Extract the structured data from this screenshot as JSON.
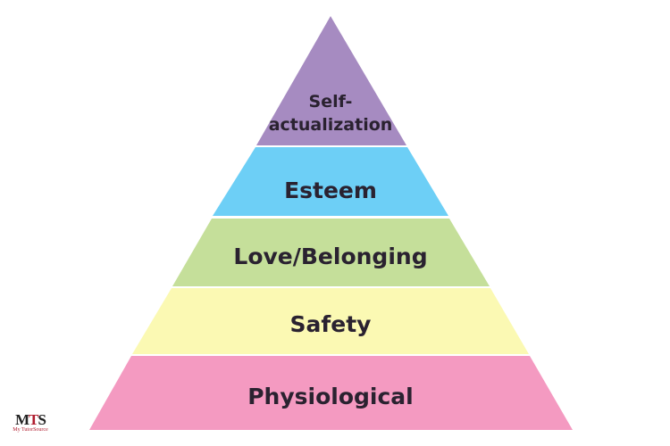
{
  "levels": [
    {
      "label_lines": [
        "Self-",
        "actualization"
      ],
      "color": "#a68bc1"
    },
    {
      "label": "Esteem",
      "color": "#6dcff6"
    },
    {
      "label": "Love/Belonging",
      "color": "#c5df9a"
    },
    {
      "label": "Safety",
      "color": "#fbf9b3"
    },
    {
      "label": "Physiological",
      "color": "#f49ac1"
    }
  ],
  "logo": {
    "mark_m": "M",
    "mark_t": "T",
    "mark_s": "S",
    "tagline": "My TutorSource"
  }
}
